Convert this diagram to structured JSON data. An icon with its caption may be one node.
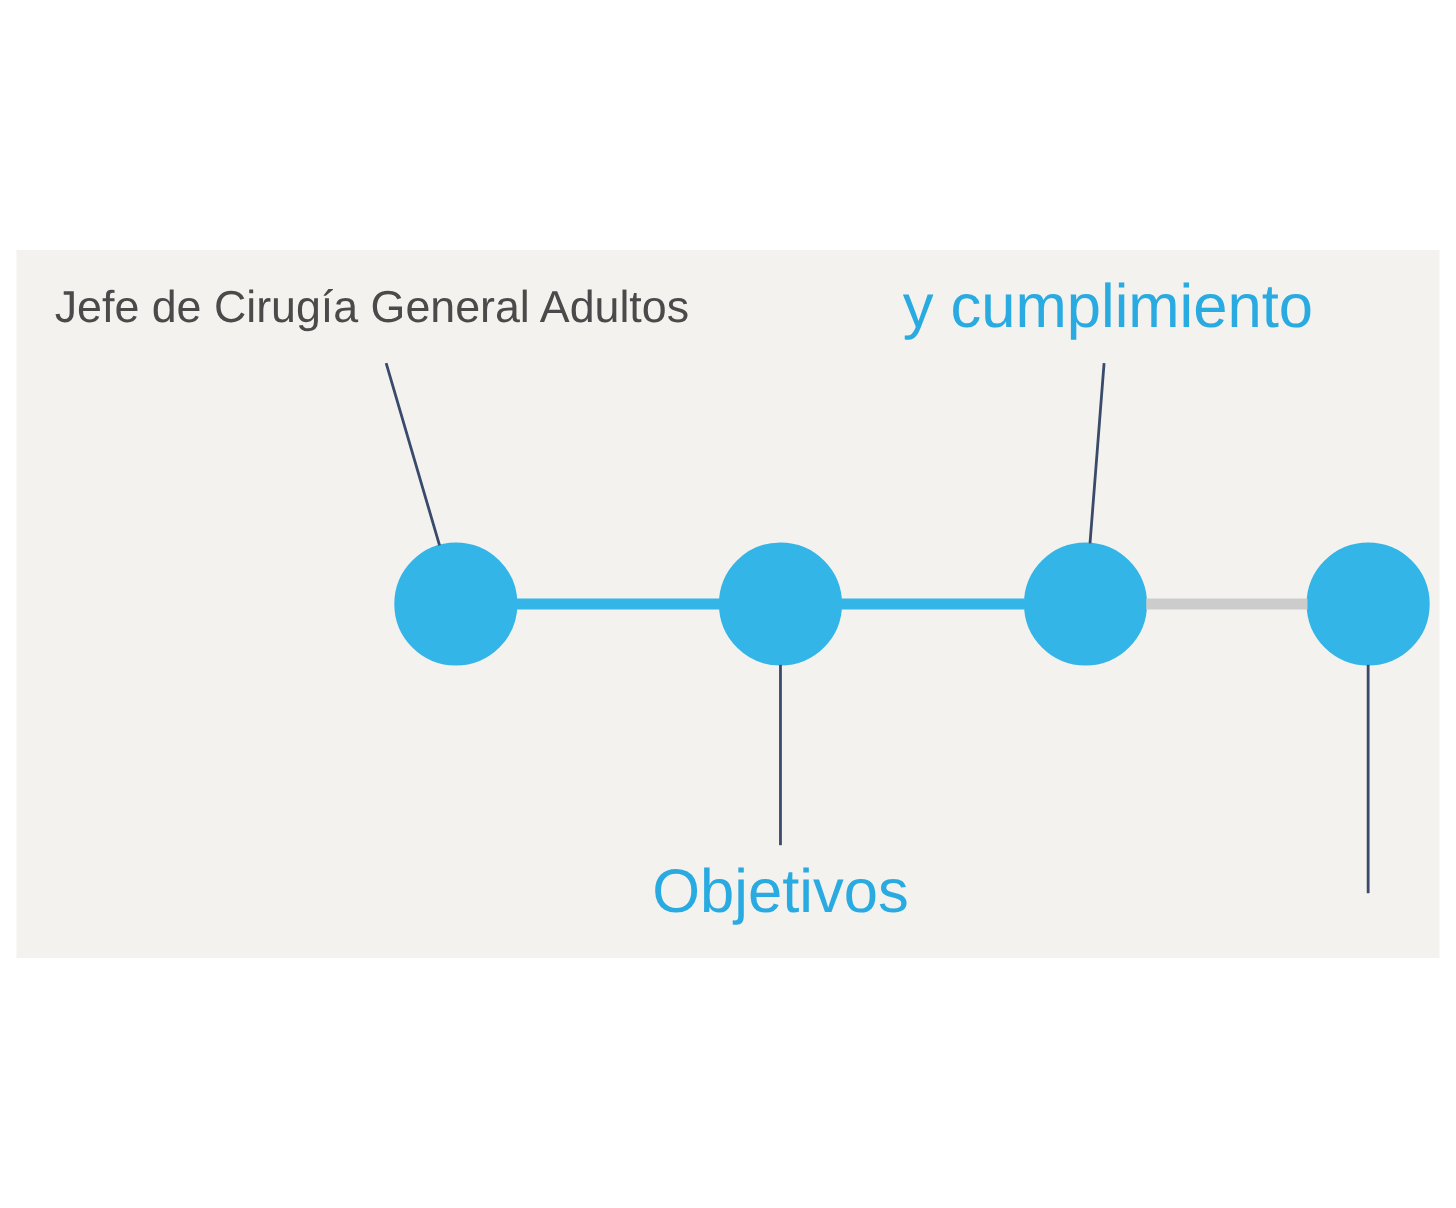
{
  "diagram": {
    "nodes": [
      {
        "text": [
          "Jefe de Cirugía General Adultos"
        ]
      },
      {
        "text": [
          "y cumplimiento"
        ]
      },
      {
        "text": [],
        "shape": "circle"
      },
      {
        "text": [],
        "shape": "circle"
      },
      {
        "text": [],
        "shape": "circle"
      },
      {
        "text": [],
        "shape": "circle"
      },
      {
        "text": [
          "Objetivos"
        ]
      }
    ],
    "edges": [
      {
        "from": 0,
        "to": 2,
        "arrow": "none"
      },
      {
        "from": 1,
        "to": 4,
        "arrow": "none"
      },
      {
        "from": 2,
        "to": 3,
        "arrow": "none",
        "style": "thick",
        "color": "#33b5e8"
      },
      {
        "from": 3,
        "to": 4,
        "arrow": "none",
        "style": "thick",
        "color": "#33b5e8"
      },
      {
        "from": 4,
        "to": 5,
        "arrow": "none",
        "style": "thick",
        "color": "#cccccc"
      },
      {
        "from": 3,
        "to": 6,
        "arrow": "none"
      },
      {
        "from": 5,
        "to": null,
        "arrow": "none"
      }
    ]
  }
}
